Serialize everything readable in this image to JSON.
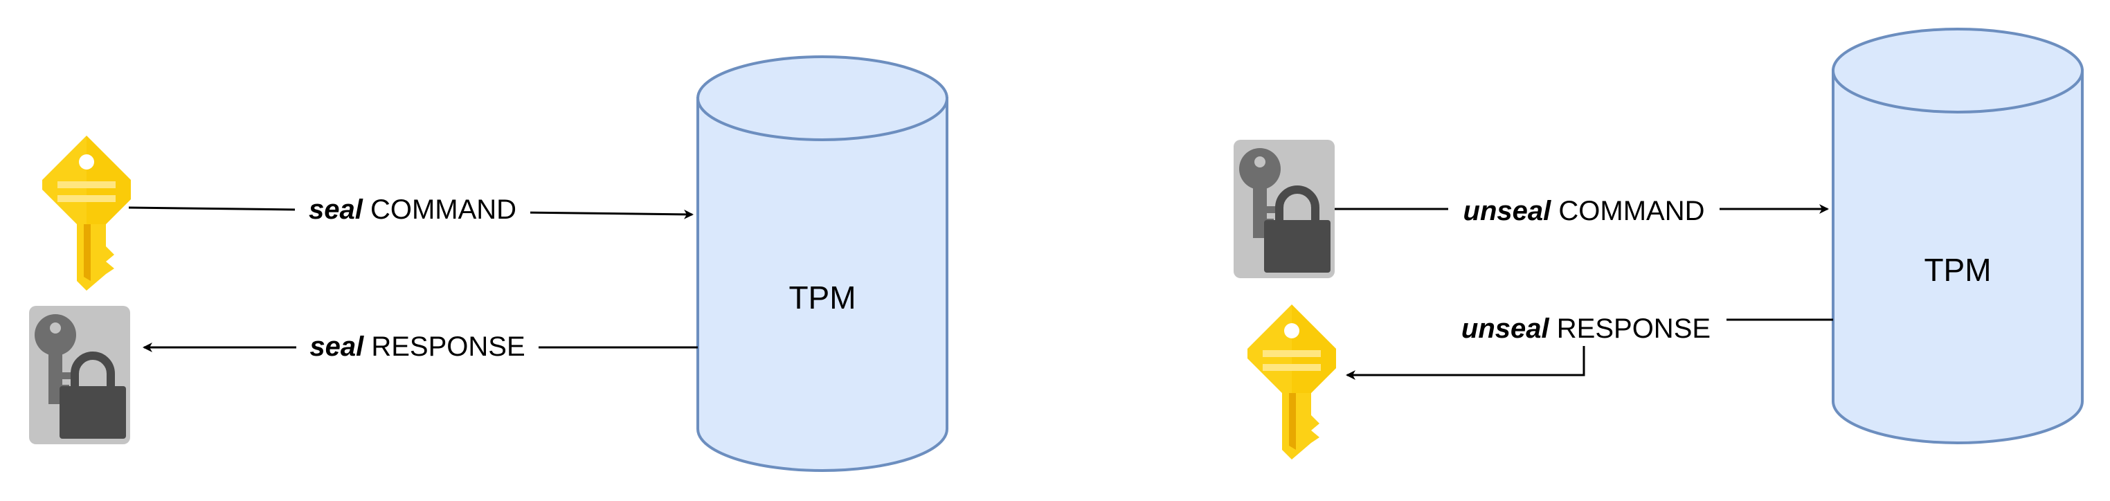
{
  "left_panel": {
    "tpm_label": "TPM",
    "command": {
      "verb": "seal",
      "word": "COMMAND"
    },
    "response": {
      "verb": "seal",
      "word": "RESPONSE"
    },
    "input_icon": "key-icon",
    "output_icon": "sealed-key-icon"
  },
  "right_panel": {
    "tpm_label": "TPM",
    "command": {
      "verb": "unseal",
      "word": "COMMAND"
    },
    "response": {
      "verb": "unseal",
      "word": "RESPONSE"
    },
    "input_icon": "sealed-key-icon",
    "output_icon": "key-icon"
  },
  "colors": {
    "cylinder_fill": "#dae8fc",
    "cylinder_stroke": "#6c8ebf",
    "key_yellow": "#fcd116",
    "key_dark": "#e8a800",
    "sealed_bg": "#c4c4c4",
    "lock_dark": "#4a4a4a",
    "arrow": "#000000"
  }
}
